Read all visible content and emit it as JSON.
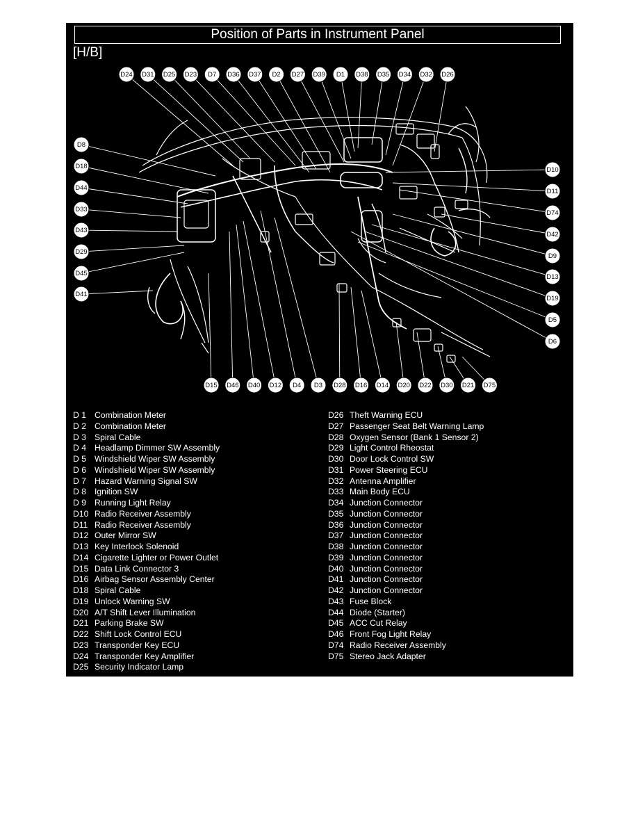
{
  "page": {
    "title": "Position of Parts in Instrument Panel",
    "section_tag": "[H/B]"
  },
  "callouts_top": [
    "D24",
    "D31",
    "D25",
    "D23",
    "D7",
    "D36",
    "D37",
    "D2",
    "D27",
    "D39",
    "D1",
    "D38",
    "D35",
    "D34",
    "D32",
    "D26"
  ],
  "callouts_left": [
    "D8",
    "D18",
    "D44",
    "D33",
    "D43",
    "D29",
    "D45",
    "D41"
  ],
  "callouts_right": [
    "D10",
    "D11",
    "D74",
    "D42",
    "D9",
    "D13",
    "D19",
    "D5",
    "D6"
  ],
  "callouts_bottom": [
    "D15",
    "D46",
    "D40",
    "D12",
    "D4",
    "D3",
    "D28",
    "D16",
    "D14",
    "D20",
    "D22",
    "D30",
    "D21",
    "D75"
  ],
  "legend_left": [
    {
      "code": "D  1",
      "name": "Combination Meter"
    },
    {
      "code": "D  2",
      "name": "Combination Meter"
    },
    {
      "code": "D  3",
      "name": "Spiral Cable"
    },
    {
      "code": "D  4",
      "name": "Headlamp Dimmer SW Assembly"
    },
    {
      "code": "D  5",
      "name": "Windshield Wiper SW Assembly"
    },
    {
      "code": "D  6",
      "name": "Windshield Wiper SW Assembly"
    },
    {
      "code": "D  7",
      "name": "Hazard Warning Signal SW"
    },
    {
      "code": "D  8",
      "name": "Ignition SW"
    },
    {
      "code": "D  9",
      "name": "Running Light Relay"
    },
    {
      "code": "D10",
      "name": "Radio Receiver Assembly"
    },
    {
      "code": "D11",
      "name": "Radio Receiver Assembly"
    },
    {
      "code": "D12",
      "name": "Outer Mirror SW"
    },
    {
      "code": "D13",
      "name": "Key Interlock Solenoid"
    },
    {
      "code": "D14",
      "name": "Cigarette Lighter or Power Outlet"
    },
    {
      "code": "D15",
      "name": "Data Link Connector 3"
    },
    {
      "code": "D16",
      "name": "Airbag Sensor Assembly Center"
    },
    {
      "code": "D18",
      "name": "Spiral Cable"
    },
    {
      "code": "D19",
      "name": "Unlock Warning SW"
    },
    {
      "code": "D20",
      "name": "A/T Shift Lever Illumination"
    },
    {
      "code": "D21",
      "name": "Parking Brake SW"
    },
    {
      "code": "D22",
      "name": "Shift Lock Control ECU"
    },
    {
      "code": "D23",
      "name": "Transponder Key ECU"
    },
    {
      "code": "D24",
      "name": "Transponder Key Amplifier"
    },
    {
      "code": "D25",
      "name": "Security Indicator Lamp"
    }
  ],
  "legend_right": [
    {
      "code": "D26",
      "name": "Theft Warning ECU"
    },
    {
      "code": "D27",
      "name": "Passenger Seat Belt Warning Lamp"
    },
    {
      "code": "D28",
      "name": "Oxygen Sensor (Bank 1 Sensor 2)"
    },
    {
      "code": "D29",
      "name": "Light Control Rheostat"
    },
    {
      "code": "D30",
      "name": "Door Lock Control SW"
    },
    {
      "code": "D31",
      "name": "Power Steering ECU"
    },
    {
      "code": "D32",
      "name": "Antenna Amplifier"
    },
    {
      "code": "D33",
      "name": "Main Body ECU"
    },
    {
      "code": "D34",
      "name": "Junction Connector"
    },
    {
      "code": "D35",
      "name": "Junction Connector"
    },
    {
      "code": "D36",
      "name": "Junction Connector"
    },
    {
      "code": "D37",
      "name": "Junction Connector"
    },
    {
      "code": "D38",
      "name": "Junction Connector"
    },
    {
      "code": "D39",
      "name": "Junction Connector"
    },
    {
      "code": "D40",
      "name": "Junction Connector"
    },
    {
      "code": "D41",
      "name": "Junction Connector"
    },
    {
      "code": "D42",
      "name": "Junction Connector"
    },
    {
      "code": "D43",
      "name": "Fuse Block"
    },
    {
      "code": "D44",
      "name": "Diode (Starter)"
    },
    {
      "code": "D45",
      "name": "ACC Cut Relay"
    },
    {
      "code": "D46",
      "name": "Front Fog Light Relay"
    },
    {
      "code": "D74",
      "name": "Radio Receiver Assembly"
    },
    {
      "code": "D75",
      "name": "Stereo Jack Adapter"
    }
  ],
  "colors": {
    "background": "#000000",
    "foreground": "#ffffff"
  }
}
